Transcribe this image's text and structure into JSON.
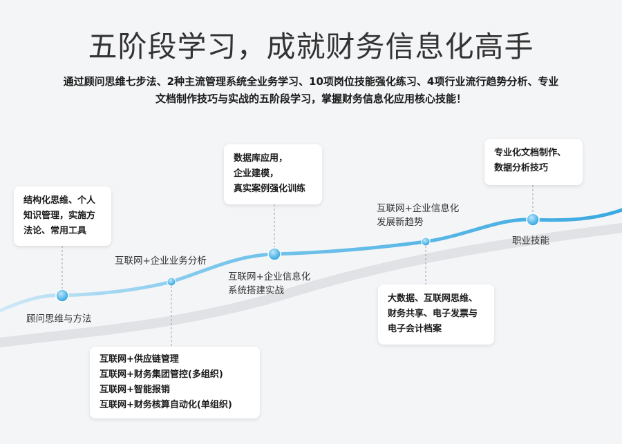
{
  "header": {
    "title": "五阶段学习，成就财务信息化高手",
    "subtitle_line1": "通过顾问思维七步法、2种主流管理系统全业务学习、10项岗位技能强化练习、4项行业流行趋势分析、专业",
    "subtitle_line2": "文档制作技巧与实战的五阶段学习，掌握财务信息化应用核心技能！"
  },
  "stages": [
    {
      "label": [
        "顾问思维与方法"
      ],
      "card": [
        "结构化思维、个人",
        "知识管理，实施方",
        "法论、常用工具"
      ]
    },
    {
      "label": [
        "互联网+企业业务分析"
      ],
      "card": [
        "互联网+供应链管理",
        "互联网+财务集团管控(多组织)",
        "互联网+智能报销",
        "互联网+财务核算自动化(单组织)"
      ]
    },
    {
      "label": [
        "互联网+企业信息化",
        "系统搭建实战"
      ],
      "card": [
        "数据库应用，",
        "企业建模，",
        "真实案例强化训练"
      ]
    },
    {
      "label": [
        "互联网+企业信息化",
        "发展新趋势"
      ],
      "card": [
        "大数据、互联网思维、",
        "财务共享、电子发票与",
        "电子会计档案"
      ]
    },
    {
      "label": [
        "职业技能"
      ],
      "card": [
        "专业化文档制作、",
        "数据分析技巧"
      ]
    }
  ],
  "colors": {
    "curve_main": "#4fb6e6",
    "curve_light": "#c9e7f6",
    "curve_shadow": "#e2e3e6",
    "node_fill": "#5ab9e8",
    "connector": "#9aa0a6"
  }
}
